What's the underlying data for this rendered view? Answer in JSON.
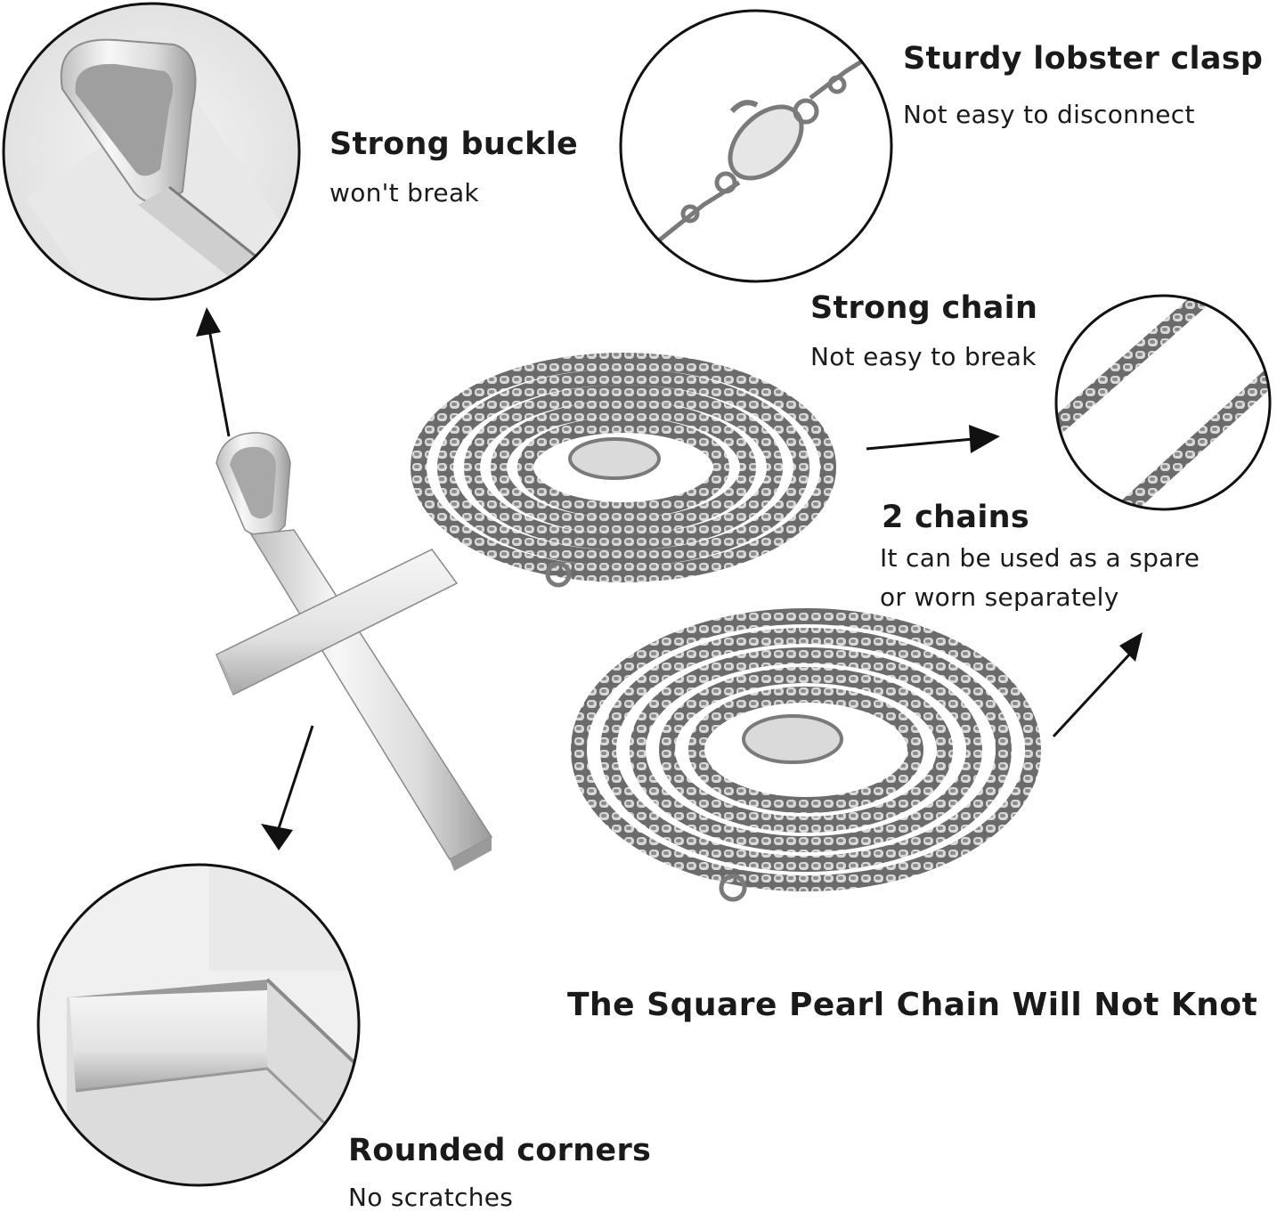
{
  "features": {
    "buckle": {
      "title": "Strong buckle",
      "desc": "won't break"
    },
    "clasp": {
      "title": "Sturdy lobster clasp",
      "desc": "Not easy to disconnect"
    },
    "chain": {
      "title": "Strong chain",
      "desc": "Not easy to break"
    },
    "chains": {
      "title": "2 chains",
      "desc_line1": "It can be used as a spare",
      "desc_line2": "or worn separately"
    },
    "corners": {
      "title": "Rounded corners",
      "desc": "No scratches"
    }
  },
  "caption": "The Square Pearl Chain Will Not Knot",
  "colors": {
    "text": "#1a1a1a",
    "circle_border": "#111111",
    "steel_light": "#f2f2f2",
    "steel_mid": "#c8c8c8",
    "steel_dark": "#6a6a6a"
  },
  "icons": [
    "arrow-up-icon",
    "arrow-down-icon",
    "arrow-right-icon",
    "arrow-up-right-icon"
  ]
}
